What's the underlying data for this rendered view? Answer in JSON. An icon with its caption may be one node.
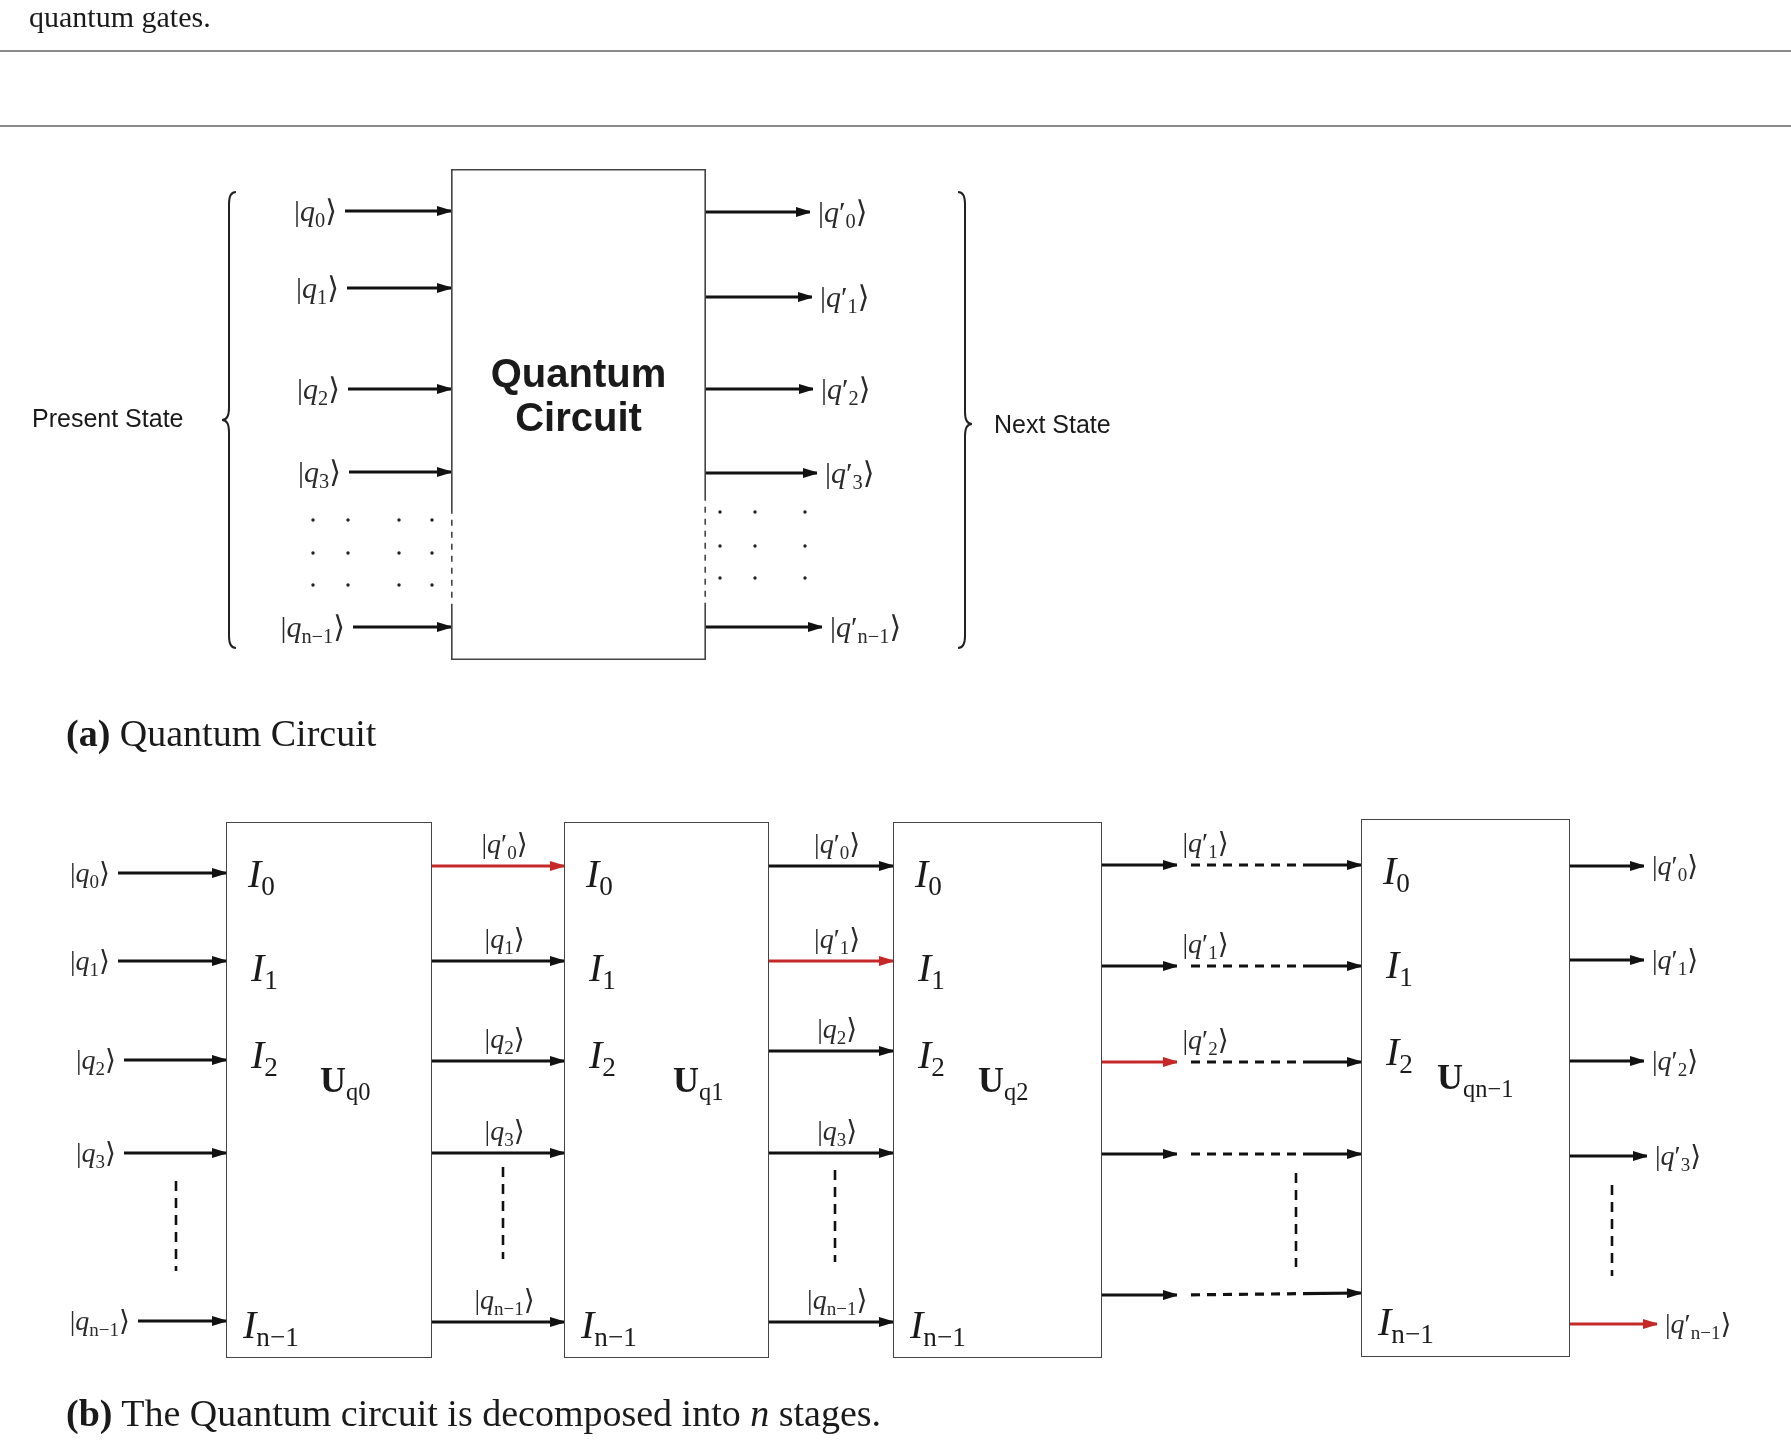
{
  "diagram": {
    "nodes": [
      {
        "text": [
          "|*q*$_{0}$⟩"
        ]
      },
      {
        "text": [
          "|*q*$_{1}$⟩"
        ]
      },
      {
        "text": [
          "|*q*$_{2}$⟩"
        ]
      },
      {
        "text": [
          "|*q*$_{3}$⟩"
        ]
      },
      {
        "text": [
          "|*q*$_{n−1}$⟩"
        ]
      },
      {
        "text": [
          "Quantum Circuit"
        ]
      },
      {
        "text": [
          "|*q*′$_{0}$⟩"
        ]
      },
      {
        "text": [
          "|*q*′$_{1}$⟩"
        ]
      },
      {
        "text": [
          "|*q*′$_{2}$⟩"
        ]
      },
      {
        "text": [
          "|*q*′$_{3}$⟩"
        ]
      },
      {
        "text": [
          "|*q*′$_{n−1}$⟩"
        ]
      },
      {
        "text": [
          "|*q*$_{0}$⟩"
        ]
      },
      {
        "text": [
          "|*q*$_{1}$⟩"
        ]
      },
      {
        "text": [
          "|*q*$_{2}$⟩"
        ]
      },
      {
        "text": [
          "|*q*$_{3}$⟩"
        ]
      },
      {
        "text": [
          "|*q*$_{n−1}$⟩"
        ]
      },
      {
        "text": [
          "*I*$_{0}$",
          "*I*$_{1}$",
          "*I*$_{2}$",
          "**U**$_{q0}$",
          "*I*$_{n−1}$"
        ]
      },
      {
        "text": [
          "*I*$_{0}$",
          "*I*$_{1}$",
          "*I*$_{2}$",
          "**U**$_{q1}$",
          "*I*$_{n−1}$"
        ]
      },
      {
        "text": [
          "*I*$_{0}$",
          "*I*$_{1}$",
          "*I*$_{2}$",
          "**U**$_{q2}$",
          "*I*$_{n−1}$"
        ]
      },
      {
        "text": [
          "*I*$_{0}$",
          "*I*$_{1}$",
          "*I*$_{2}$",
          "**U**$_{qn−1}$",
          "*I*$_{n−1}$"
        ]
      },
      {
        "text": [
          "|*q*′$_{0}$⟩"
        ]
      },
      {
        "text": [
          "|*q*′$_{1}$⟩"
        ]
      },
      {
        "text": [
          "|*q*′$_{2}$⟩"
        ]
      },
      {
        "text": [
          "|*q*′$_{3}$⟩"
        ]
      },
      {
        "text": [
          "|*q*′$_{n−1}$⟩"
        ]
      }
    ],
    "edges": [
      {
        "from": 0,
        "to": 5,
        "arrow": "to"
      },
      {
        "from": 1,
        "to": 5,
        "arrow": "to"
      },
      {
        "from": 2,
        "to": 5,
        "arrow": "to"
      },
      {
        "from": 3,
        "to": 5,
        "arrow": "to"
      },
      {
        "from": 4,
        "to": 5,
        "arrow": "to"
      },
      {
        "from": 5,
        "to": 6,
        "arrow": "to"
      },
      {
        "from": 5,
        "to": 7,
        "arrow": "to"
      },
      {
        "from": 5,
        "to": 8,
        "arrow": "to"
      },
      {
        "from": 5,
        "to": 9,
        "arrow": "to"
      },
      {
        "from": 5,
        "to": 10,
        "arrow": "to"
      },
      {
        "from": 11,
        "to": 16,
        "arrow": "to"
      },
      {
        "from": 12,
        "to": 16,
        "arrow": "to"
      },
      {
        "from": 13,
        "to": 16,
        "arrow": "to"
      },
      {
        "from": 14,
        "to": 16,
        "arrow": "to"
      },
      {
        "from": 15,
        "to": 16,
        "arrow": "to"
      },
      {
        "from": 16,
        "to": 17,
        "arrow": "to",
        "label": "|*q*′$_{0}$⟩",
        "color": "#c62828"
      },
      {
        "from": 16,
        "to": 17,
        "arrow": "to",
        "label": "|*q*$_{1}$⟩"
      },
      {
        "from": 16,
        "to": 17,
        "arrow": "to",
        "label": "|*q*$_{2}$⟩"
      },
      {
        "from": 16,
        "to": 17,
        "arrow": "to",
        "label": "|*q*$_{3}$⟩"
      },
      {
        "from": 16,
        "to": 17,
        "arrow": "to",
        "label": "|*q*$_{n−1}$⟩"
      },
      {
        "from": 17,
        "to": 18,
        "arrow": "to",
        "label": "|*q*′$_{0}$⟩"
      },
      {
        "from": 17,
        "to": 18,
        "arrow": "to",
        "label": "|*q*′$_{1}$⟩",
        "color": "#c62828"
      },
      {
        "from": 17,
        "to": 18,
        "arrow": "to",
        "label": "|*q*$_{2}$⟩"
      },
      {
        "from": 17,
        "to": 18,
        "arrow": "to",
        "label": "|*q*$_{3}$⟩"
      },
      {
        "from": 17,
        "to": 18,
        "arrow": "to",
        "label": "|*q*$_{n−1}$⟩"
      },
      {
        "from": 18,
        "to": 19,
        "arrow": "to",
        "label": "|*q*′$_{1}$⟩",
        "style": "dashed"
      },
      {
        "from": 18,
        "to": 19,
        "arrow": "to",
        "label": "|*q*′$_{1}$⟩",
        "style": "dashed"
      },
      {
        "from": 18,
        "to": 19,
        "arrow": "to",
        "label": "|*q*′$_{2}$⟩",
        "style": "dashed",
        "color": "#c62828"
      },
      {
        "from": 18,
        "to": 19,
        "arrow": "to",
        "style": "dashed"
      },
      {
        "from": 18,
        "to": 19,
        "arrow": "to",
        "style": "dashed"
      },
      {
        "from": 19,
        "to": 20,
        "arrow": "to"
      },
      {
        "from": 19,
        "to": 21,
        "arrow": "to"
      },
      {
        "from": 19,
        "to": 22,
        "arrow": "to"
      },
      {
        "from": 19,
        "to": 23,
        "arrow": "to"
      },
      {
        "from": 19,
        "to": 24,
        "arrow": "to",
        "color": "#c62828"
      }
    ],
    "labels": [
      "quantum gates.",
      "Present State",
      "Next State",
      "**(a)** Quantum Circuit",
      "**(b)** The Quantum circuit is decomposed into *n* stages."
    ]
  }
}
